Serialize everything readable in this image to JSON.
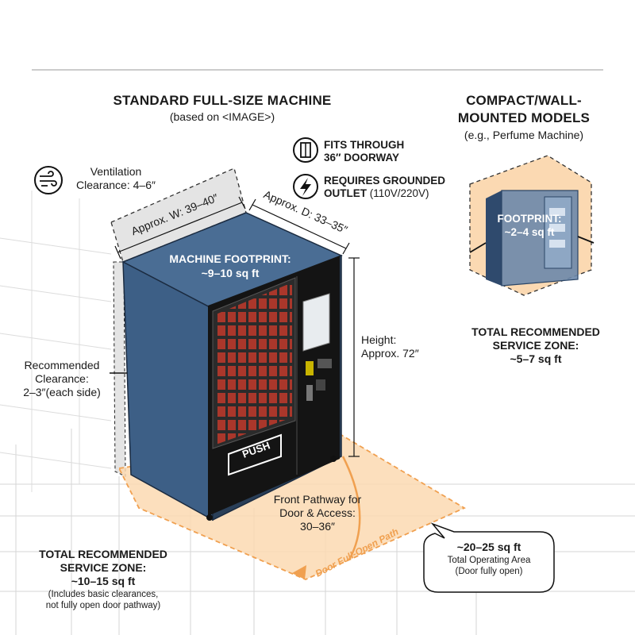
{
  "colors": {
    "machine": "#3d5f86",
    "machine_dark": "#2a4566",
    "panel": "#141414",
    "zone_fill": "#fbd9b2",
    "zone_stroke": "#f0a050",
    "clearance_fill": "#e4e4e4",
    "grid": "#d5d5d5"
  },
  "standard": {
    "title": "STANDARD FULL-SIZE MACHINE",
    "subtitle": "(based on <IMAGE>)",
    "ventilation": {
      "line1": "Ventilation",
      "line2": "Clearance: 4–6″",
      "icon": "wind-icon"
    },
    "width_dim": "Approx. W: 39–40″",
    "depth_dim": "Approx. D: 33–35″",
    "footprint": {
      "line1": "MACHINE FOOTPRINT:",
      "line2": "~9–10 sq ft"
    },
    "doorway": {
      "line1": "FITS THROUGH",
      "line2": "36″ DOORWAY",
      "icon": "door-icon"
    },
    "outlet": {
      "line1": "REQUIRES GROUNDED",
      "line2_bold": "OUTLET",
      "line2_rest": " (110V/220V)",
      "icon": "lightning-icon"
    },
    "height": {
      "line1": "Height:",
      "line2": "Approx. 72″"
    },
    "side_clearance": {
      "line1": "Recommended",
      "line2": "Clearance:",
      "line3": "2–3″(each side)"
    },
    "push_label": "PUSH",
    "pathway": {
      "line1": "Front Pathway for",
      "line2": "Door & Access:",
      "line3": "30–36″"
    },
    "door_path": "Door Full-Open Path",
    "service_zone": {
      "line1": "TOTAL RECOMMENDED",
      "line2": "SERVICE ZONE:",
      "line3": "~10–15 sq ft",
      "note1": "(Includes basic clearances,",
      "note2": "not fully open door pathway)"
    },
    "operating_area": {
      "line1": "~20–25 sq ft",
      "line2": "Total Operating Area",
      "line3": "(Door fully open)"
    }
  },
  "compact": {
    "title_line1": "COMPACT/WALL-",
    "title_line2": "MOUNTED MODELS",
    "subtitle": "(e.g., Perfume Machine)",
    "footprint": {
      "line1": "FOOTPRINT:",
      "line2": "~2–4 sq ft"
    },
    "service_zone": {
      "line1": "TOTAL RECOMMENDED",
      "line2": "SERVICE ZONE:",
      "line3": "~5–7 sq ft"
    }
  }
}
